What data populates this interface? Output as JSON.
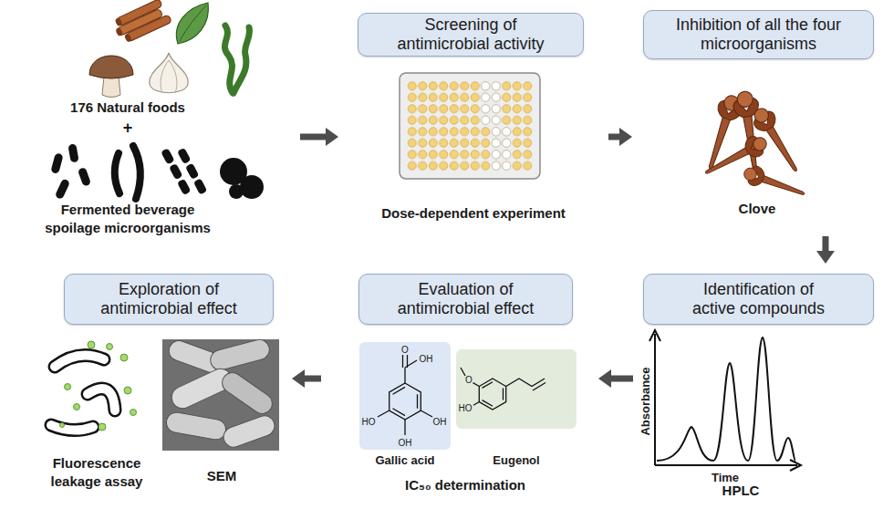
{
  "diagram": {
    "nodes": [
      {
        "text": [
          "176 Natural foods",
          "+",
          "Fermented beverage spoilage microorganisms"
        ]
      },
      {
        "text": [
          "Screening of antimicrobial activity",
          "Dose-dependent experiment"
        ]
      },
      {
        "text": [
          "Inhibition of all the four microorganisms",
          "Clove"
        ]
      },
      {
        "text": [
          "Identification of active compounds",
          "HPLC"
        ]
      },
      {
        "text": [
          "Evaluation of antimicrobial effect",
          "IC₅₀ determination"
        ]
      },
      {
        "text": [
          "Exploration of antimicrobial effect",
          "Fluorescence leakage assay",
          "SEM"
        ]
      },
      {
        "text": [
          "O",
          "OH",
          "HO",
          "OH",
          "OH",
          "Gallic acid"
        ],
        "in": 4
      },
      {
        "text": [
          "O",
          "HO",
          "Eugenol"
        ],
        "in": 4
      }
    ],
    "edges": [
      {
        "from": 0,
        "to": 1,
        "arrow": "to"
      },
      {
        "from": 1,
        "to": 2,
        "arrow": "to"
      },
      {
        "from": 2,
        "to": 3,
        "arrow": "to"
      },
      {
        "from": 3,
        "to": 4,
        "arrow": "to"
      },
      {
        "from": 4,
        "to": 5,
        "arrow": "to"
      }
    ],
    "labels": [
      "Absorbance",
      "Time"
    ]
  }
}
